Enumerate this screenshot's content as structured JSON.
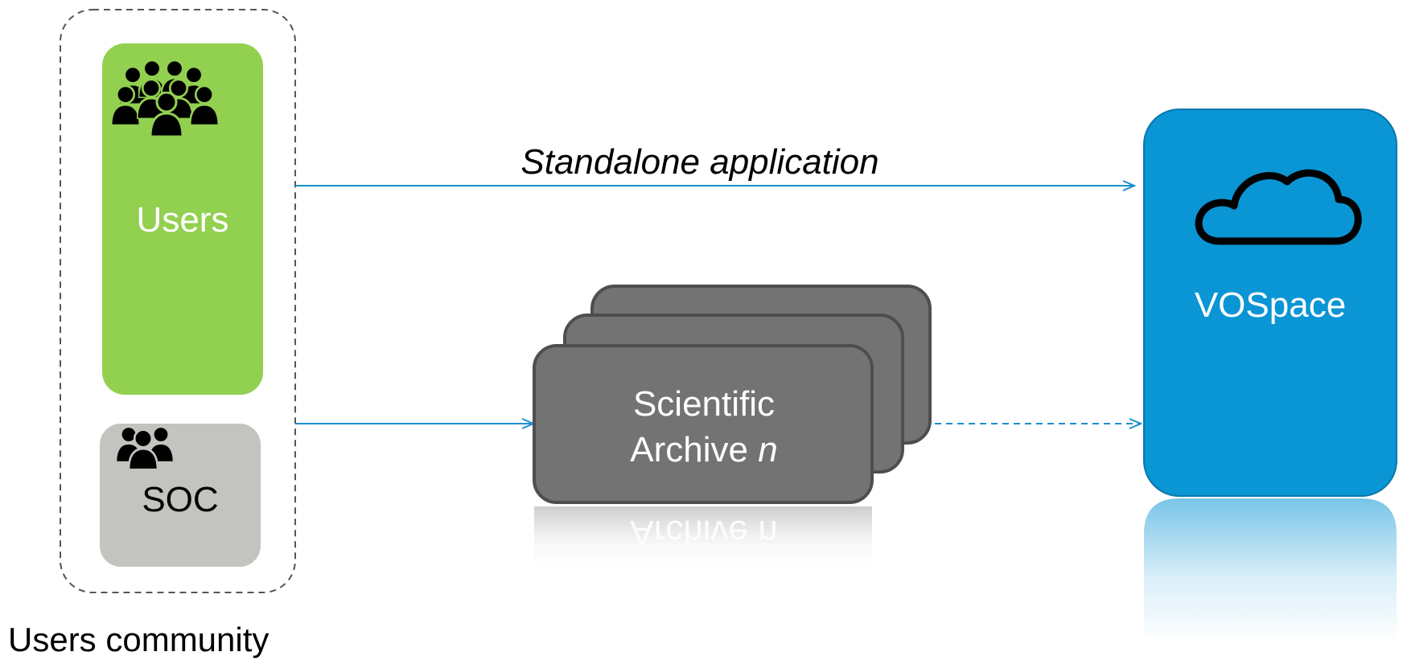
{
  "community": {
    "caption": "Users community",
    "users_label": "Users",
    "soc_label": "SOC",
    "users_icon": "group-icon",
    "soc_icon": "group-icon"
  },
  "archive": {
    "line1": "Scientific",
    "line2_prefix": "Archive",
    "line2_italic": "n",
    "reflection_text": "Archive n"
  },
  "vospace": {
    "label": "VOSpace",
    "icon": "cloud-icon"
  },
  "arrows": {
    "top_label": "Standalone application"
  },
  "colors": {
    "users_box": "#92d050",
    "soc_box": "#c3c3bf",
    "archive_box": "#737373",
    "vospace_box": "#0a95d5",
    "arrow": "#1a8fd0"
  }
}
